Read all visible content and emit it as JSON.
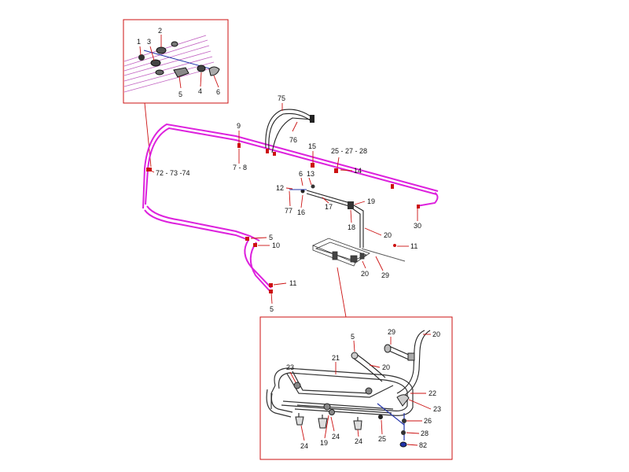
{
  "colors": {
    "frame": "#cc1111",
    "pipe": "#dd22dd",
    "tube": "#222222",
    "marker": "#cc1111",
    "accent_blue": "#2233aa"
  },
  "callouts": {
    "inset_top": [
      "1",
      "2",
      "3",
      "5",
      "4",
      "6"
    ],
    "main": [
      "75",
      "76",
      "9",
      "7 - 8",
      "15",
      "25 - 27 - 28",
      "14",
      "72 - 73 -74",
      "6",
      "13",
      "12",
      "77",
      "16",
      "17",
      "19",
      "18",
      "20",
      "30",
      "11",
      "5",
      "10",
      "11",
      "5",
      "20",
      "29"
    ],
    "inset_bottom": [
      "29",
      "20",
      "5",
      "21",
      "20",
      "23",
      "22",
      "23",
      "26",
      "28",
      "82",
      "24",
      "19",
      "24",
      "24",
      "25"
    ]
  }
}
